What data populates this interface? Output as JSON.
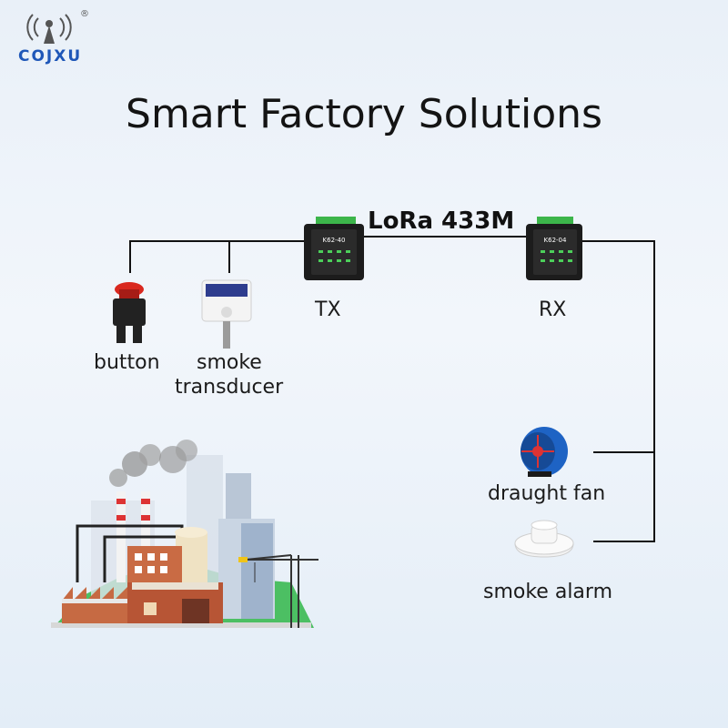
{
  "brand": {
    "name": "COJXU",
    "registered": "®"
  },
  "title": "Smart Factory Solutions",
  "link_label": "LoRa 433M",
  "transmitter": {
    "label": "TX",
    "model": "K62-40"
  },
  "receiver": {
    "label": "RX",
    "model": "K62-04"
  },
  "inputs": [
    {
      "label": "button"
    },
    {
      "label": "smoke",
      "label2": "transducer"
    }
  ],
  "outputs": [
    {
      "label": "draught fan"
    },
    {
      "label": "smoke alarm"
    }
  ],
  "colors": {
    "accent": "#1f57b8",
    "device": "#1c1c1c",
    "terminal": "#3cb54a",
    "line": "#111111"
  }
}
